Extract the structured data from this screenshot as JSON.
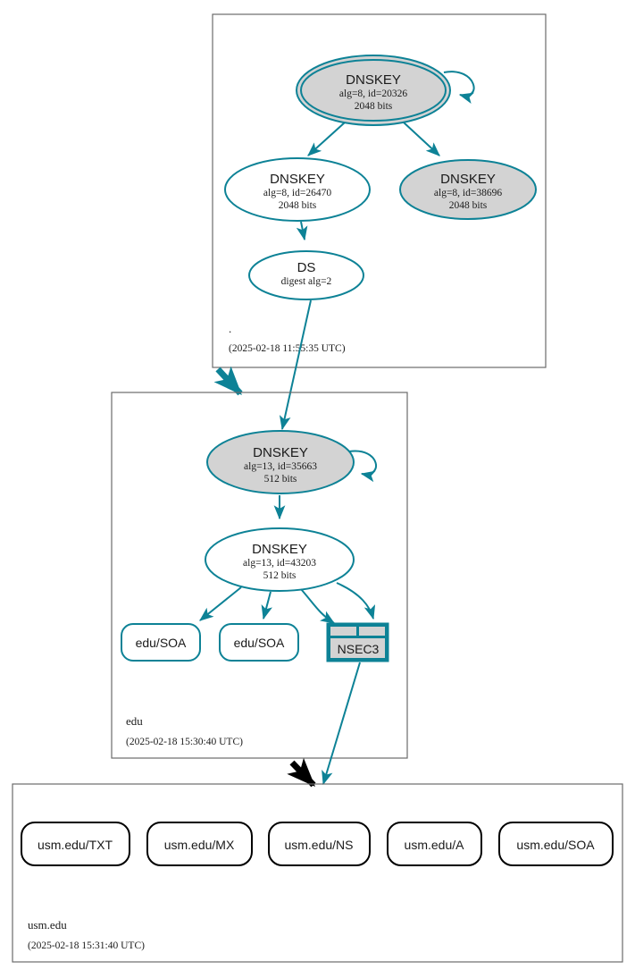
{
  "diagram": {
    "kind": "dnssec-authentication-chain",
    "zones": [
      {
        "id": "root",
        "name": ".",
        "timestamp": "(2025-02-18 11:55:35 UTC)",
        "nodes": [
          {
            "id": "root-ksk",
            "type": "DNSKEY",
            "title": "DNSKEY",
            "detail": "alg=8, id=20326",
            "size": "2048 bits",
            "trust_anchor": true,
            "sep": true,
            "fill": "#d3d3d3",
            "stroke": "#0d8296"
          },
          {
            "id": "root-zsk-26470",
            "type": "DNSKEY",
            "title": "DNSKEY",
            "detail": "alg=8, id=26470",
            "size": "2048 bits",
            "trust_anchor": false,
            "sep": false,
            "fill": "#ffffff",
            "stroke": "#0d8296"
          },
          {
            "id": "root-zsk-38696",
            "type": "DNSKEY",
            "title": "DNSKEY",
            "detail": "alg=8, id=38696",
            "size": "2048 bits",
            "trust_anchor": false,
            "sep": true,
            "fill": "#d3d3d3",
            "stroke": "#0d8296"
          },
          {
            "id": "root-ds",
            "type": "DS",
            "title": "DS",
            "detail": "digest alg=2",
            "size": "",
            "trust_anchor": false,
            "sep": false,
            "fill": "#ffffff",
            "stroke": "#0d8296"
          }
        ]
      },
      {
        "id": "edu",
        "name": "edu",
        "timestamp": "(2025-02-18 15:30:40 UTC)",
        "nodes": [
          {
            "id": "edu-ksk",
            "type": "DNSKEY",
            "title": "DNSKEY",
            "detail": "alg=13, id=35663",
            "size": "512 bits",
            "trust_anchor": false,
            "sep": true,
            "fill": "#d3d3d3",
            "stroke": "#0d8296"
          },
          {
            "id": "edu-zsk",
            "type": "DNSKEY",
            "title": "DNSKEY",
            "detail": "alg=13, id=43203",
            "size": "512 bits",
            "trust_anchor": false,
            "sep": false,
            "fill": "#ffffff",
            "stroke": "#0d8296"
          }
        ],
        "rrsets": [
          {
            "id": "edu-soa-1",
            "label": "edu/SOA",
            "style": "teal"
          },
          {
            "id": "edu-soa-2",
            "label": "edu/SOA",
            "style": "teal"
          }
        ],
        "nsec": {
          "id": "edu-nsec3",
          "label": "NSEC3",
          "cells": 2
        }
      },
      {
        "id": "usm",
        "name": "usm.edu",
        "timestamp": "(2025-02-18 15:31:40 UTC)",
        "rrsets": [
          {
            "id": "usm-txt",
            "label": "usm.edu/TXT",
            "style": "black"
          },
          {
            "id": "usm-mx",
            "label": "usm.edu/MX",
            "style": "black"
          },
          {
            "id": "usm-ns",
            "label": "usm.edu/NS",
            "style": "black"
          },
          {
            "id": "usm-a",
            "label": "usm.edu/A",
            "style": "black"
          },
          {
            "id": "usm-soa",
            "label": "usm.edu/SOA",
            "style": "black"
          }
        ]
      }
    ],
    "colors": {
      "secure": "#0d8296",
      "insecure": "#000000",
      "sep_fill": "#d3d3d3",
      "node_fill": "#ffffff",
      "zone_border": "#6b6b6b"
    }
  }
}
